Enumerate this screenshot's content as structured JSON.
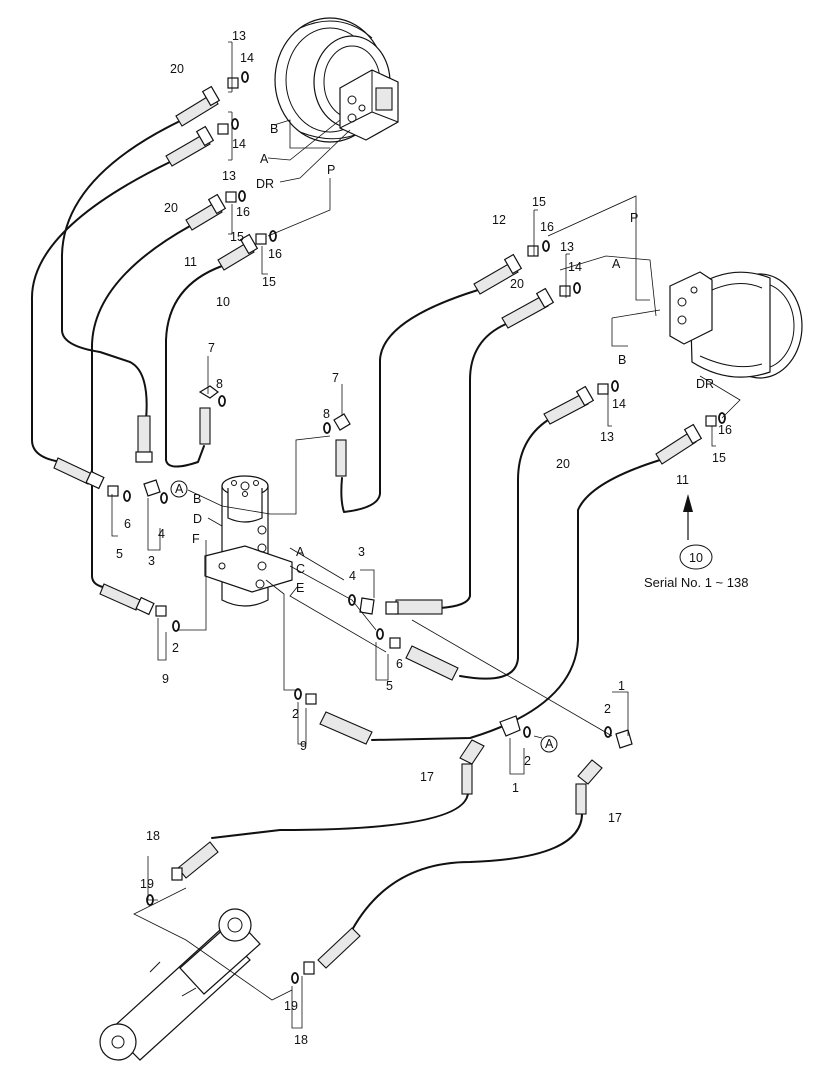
{
  "diagram": {
    "parts_numbers": [
      "1",
      "2",
      "3",
      "4",
      "5",
      "6",
      "7",
      "8",
      "9",
      "10",
      "11",
      "12",
      "13",
      "14",
      "15",
      "16",
      "17",
      "18",
      "19",
      "20"
    ],
    "port_letters": [
      "A",
      "B",
      "C",
      "D",
      "E",
      "F",
      "P",
      "DR"
    ],
    "circled_ref": "A",
    "highlight_part": "10",
    "serial_note": "Serial No. 1 ~ 138"
  }
}
